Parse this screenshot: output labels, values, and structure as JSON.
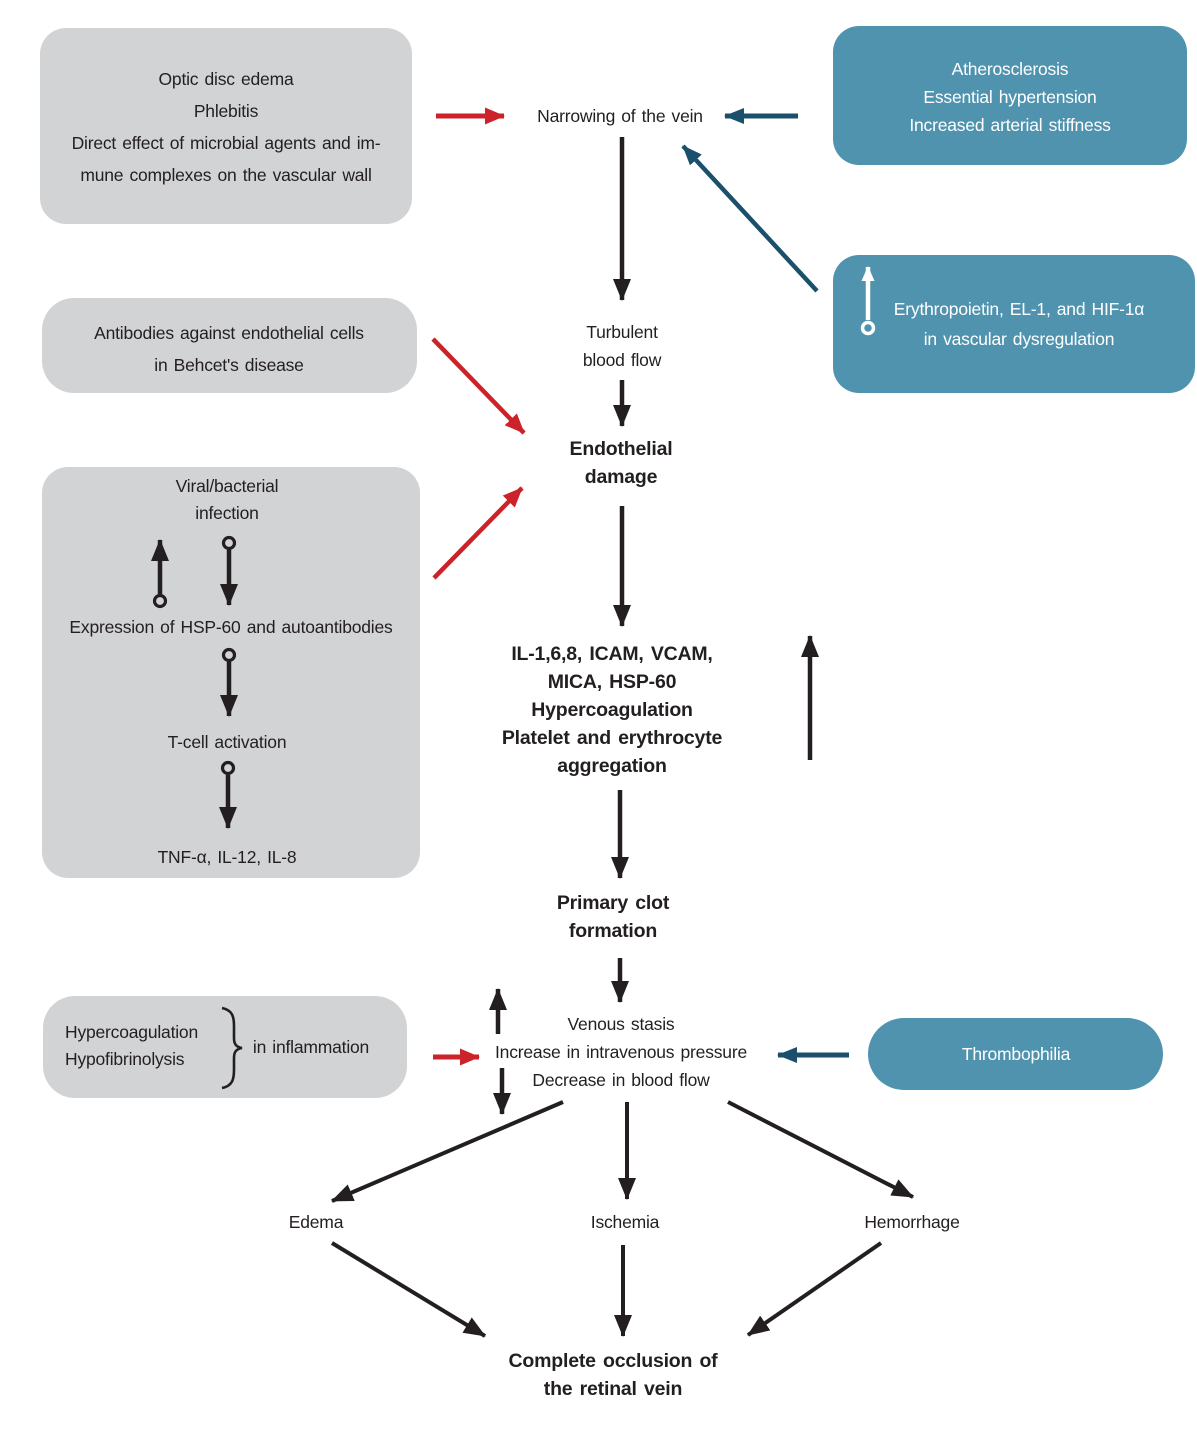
{
  "colors": {
    "gray_box": "#d2d3d5",
    "blue_box": "#4f93af",
    "arrow_red": "#cb2329",
    "arrow_teal": "#1a506b",
    "ink": "#231f20"
  },
  "boxes": {
    "microbial": {
      "lines": [
        "Optic disc edema",
        "Phlebitis",
        "Direct effect of microbial agents and im-",
        "mune complexes on the vascular wall"
      ]
    },
    "atherosclerosis": {
      "lines": [
        "Atherosclerosis",
        "Essential hypertension",
        "Increased arterial stiffness"
      ]
    },
    "behcet": {
      "lines": [
        "Antibodies against endothelial cells",
        "in Behcet's disease"
      ]
    },
    "erythropoietin": {
      "lines": [
        "Erythropoietin, EL-1, and HIF-1α",
        "in vascular dysregulation"
      ]
    },
    "infection": {
      "title_lines": [
        "Viral/bacterial",
        "infection"
      ],
      "expression": "Expression of HSP-60 and autoantibodies",
      "tcell": "T-cell activation",
      "cytokines": "TNF-α, IL-12, IL-8"
    },
    "inflammation": {
      "items": [
        "Hypercoagulation",
        "Hypofibrinolysis"
      ],
      "context": "in inflammation"
    },
    "thrombophilia": {
      "label": "Thrombophilia"
    }
  },
  "nodes": {
    "narrowing": "Narrowing of the vein",
    "turbulent": {
      "lines": [
        "Turbulent",
        "blood flow"
      ]
    },
    "endothelial": {
      "lines": [
        "Endothelial",
        "damage"
      ]
    },
    "mediators": {
      "lines": [
        "IL-1,6,8, ICAM, VCAM,",
        "MICA, HSP-60",
        "Hypercoagulation",
        "Platelet and erythrocyte",
        "aggregation"
      ]
    },
    "clot": {
      "lines": [
        "Primary clot",
        "formation"
      ]
    },
    "stasis": {
      "lines": [
        "Venous stasis",
        "Increase in intravenous pressure",
        "Decrease in blood flow"
      ]
    },
    "edema": "Edema",
    "ischemia": "Ischemia",
    "hemorrhage": "Hemorrhage",
    "occlusion": {
      "lines": [
        "Complete occlusion of",
        "the retinal vein"
      ]
    }
  }
}
